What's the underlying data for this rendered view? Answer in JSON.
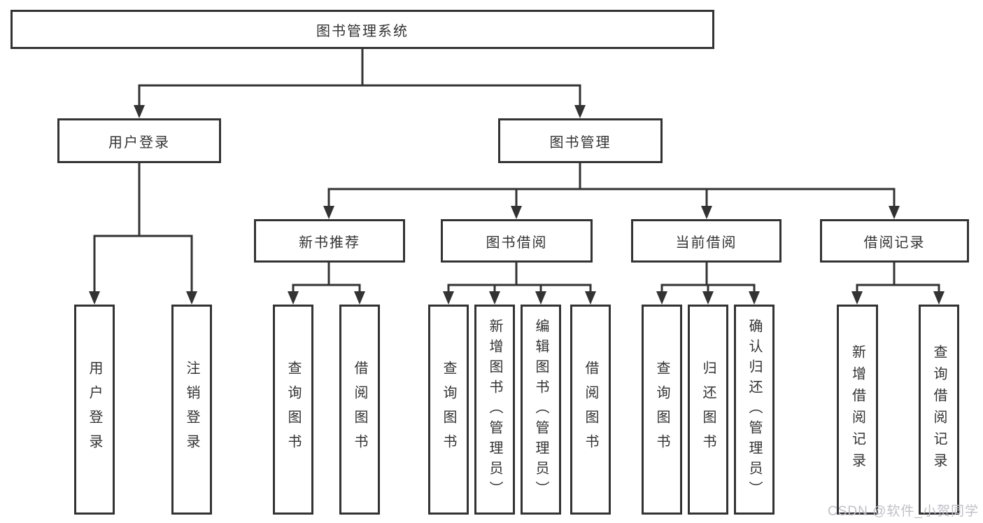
{
  "diagram": {
    "type": "tree",
    "root": {
      "label": "图书管理系统"
    },
    "branches": [
      {
        "label": "用户登录",
        "children": [
          "用户登录",
          "注销登录"
        ]
      },
      {
        "label": "图书管理",
        "children": [
          {
            "label": "新书推荐",
            "children": [
              "查询图书",
              "借阅图书"
            ]
          },
          {
            "label": "图书借阅",
            "children": [
              "查询图书",
              "新增图书（管理员）",
              "编辑图书（管理员）",
              "借阅图书"
            ]
          },
          {
            "label": "当前借阅",
            "children": [
              "查询图书",
              "归还图书",
              "确认归还（管理员）"
            ]
          },
          {
            "label": "借阅记录",
            "children": [
              "新增借阅记录",
              "查询借阅记录"
            ]
          }
        ]
      }
    ]
  },
  "colors": {
    "line": "#333333",
    "text": "#333333",
    "background": "#ffffff",
    "watermark": "#bfbfc8"
  },
  "watermark": {
    "text": "CSDN @软件_小贺同学"
  }
}
